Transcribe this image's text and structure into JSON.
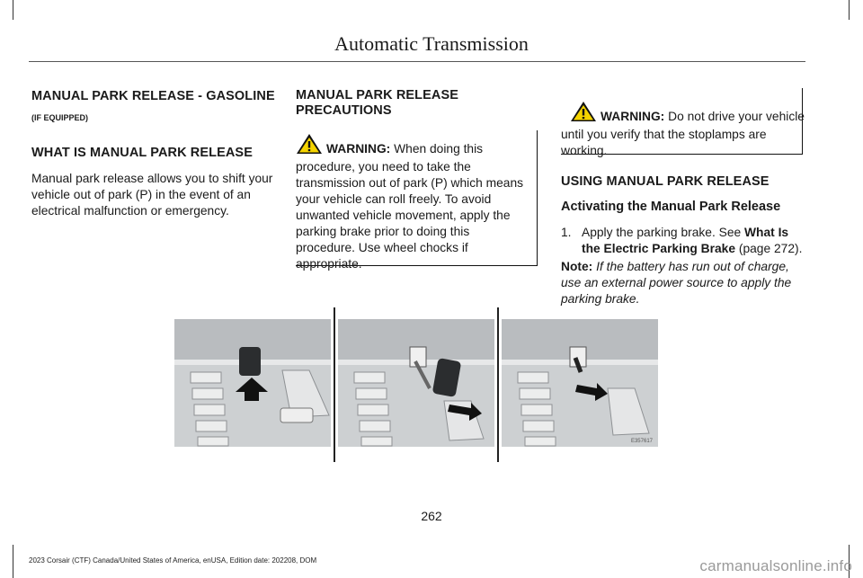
{
  "header": {
    "title": "Automatic Transmission"
  },
  "col1": {
    "heading": "MANUAL PARK RELEASE - GASOLINE",
    "subheading": "(IF EQUIPPED)",
    "section_heading": "WHAT IS MANUAL PARK RELEASE",
    "body_lines": [
      "Manual park release allows you to shift your",
      "vehicle out of park (P) in the event of an",
      "electrical malfunction or emergency."
    ]
  },
  "col2": {
    "heading_lines": [
      "MANUAL PARK RELEASE",
      "PRECAUTIONS"
    ],
    "warning_label": "WARNING:",
    "warning_first": "When doing this",
    "warning_lines": [
      "procedure, you need to take the",
      "transmission out of park (P) which means",
      "your vehicle can roll freely. To avoid",
      "unwanted vehicle movement, apply the",
      "parking brake prior to doing this",
      "procedure. Use wheel chocks if",
      "appropriate."
    ]
  },
  "col3": {
    "warning_label": "WARNING:",
    "warning_first": "Do not drive your vehicle",
    "warning_lines": [
      "until you verify that the stoplamps are",
      "working."
    ],
    "section_heading": "USING MANUAL PARK RELEASE",
    "subsection_heading": "Activating the Manual Park Release",
    "step_number": "1.",
    "step_text": "Apply the parking brake.   See",
    "step_link": "What Is",
    "step_link_line2": "the Electric Parking Brake",
    "step_ref": "(page 272).",
    "note_label": "Note:",
    "note_first": "If the battery has run out of charge,",
    "note_lines": [
      "use an external power source to apply the",
      "parking brake."
    ]
  },
  "figure": {
    "code": "E357617"
  },
  "footer": {
    "page_number": "262",
    "edition": "2023 Corsair (CTF) Canada/United States of America, enUSA, Edition date: 202208, DOM"
  },
  "watermark": "carmanualsonline.info"
}
